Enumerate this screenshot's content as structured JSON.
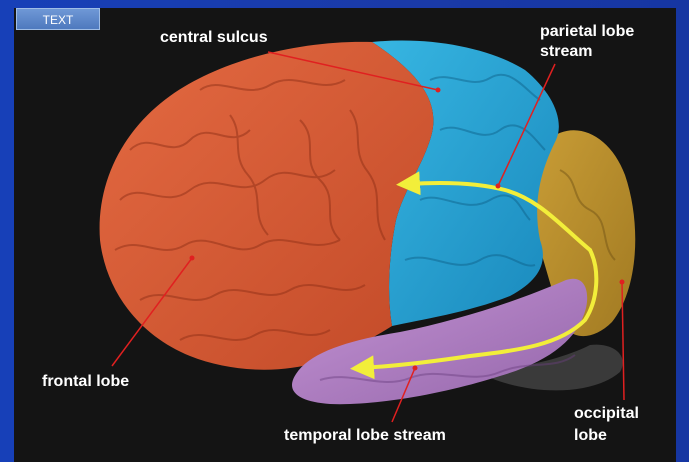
{
  "badge": {
    "label": "TEXT"
  },
  "labels": {
    "central_sulcus": "central sulcus",
    "parietal_line1": "parietal lobe",
    "parietal_line2": "stream",
    "frontal": "frontal lobe",
    "temporal": "temporal lobe stream",
    "occipital_line1": "occipital",
    "occipital_line2": "lobe"
  },
  "colors": {
    "frontal": "#d95b36",
    "parietal": "#24a4d4",
    "occipital": "#b8902e",
    "temporal": "#b07cc2",
    "arrow": "#f2ee3a",
    "leader": "#e02020"
  }
}
